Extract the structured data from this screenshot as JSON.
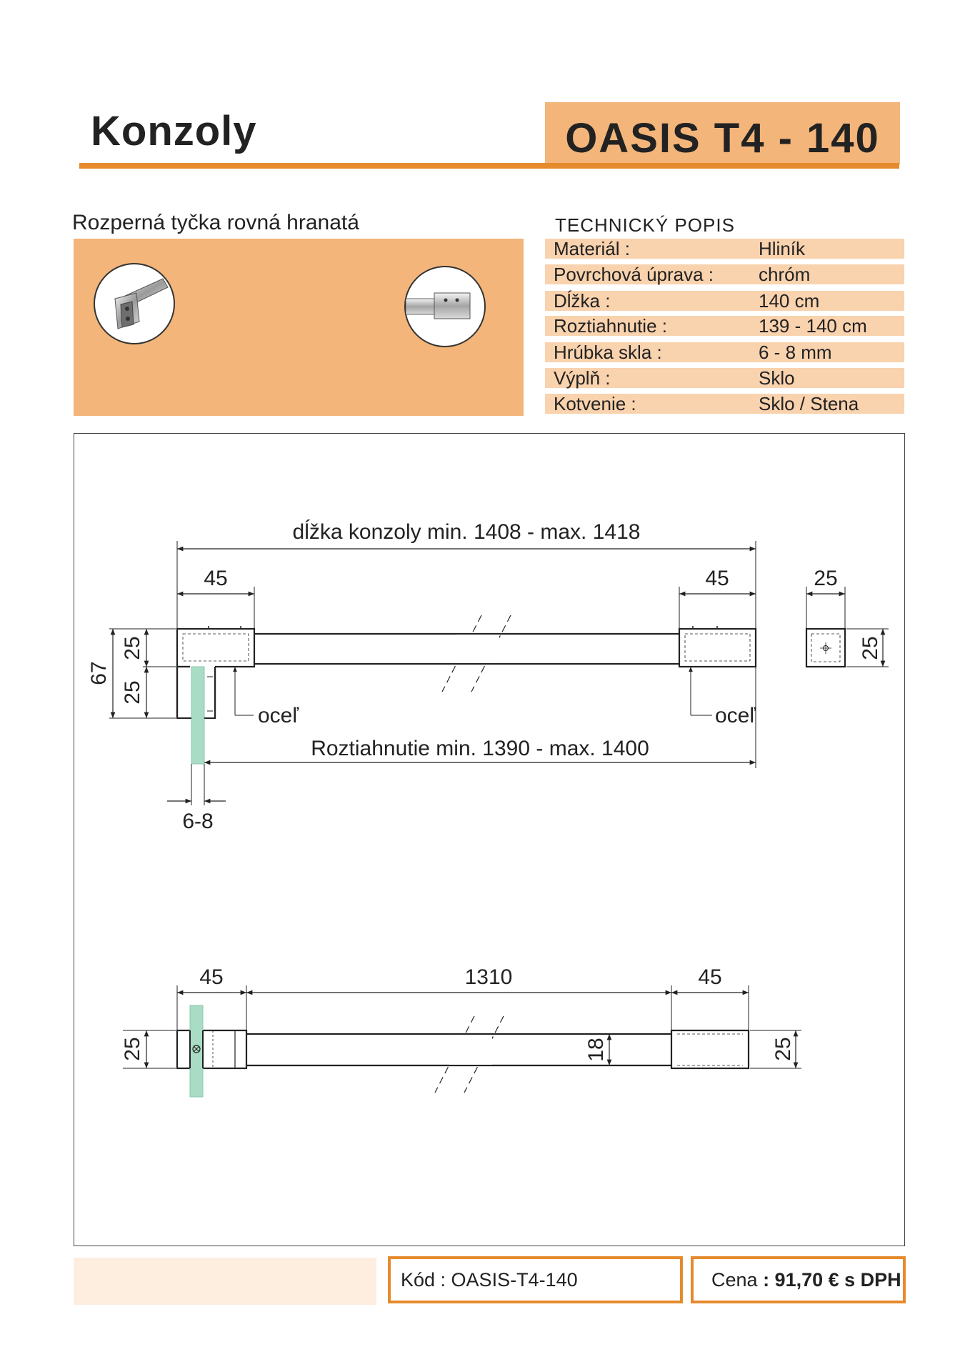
{
  "header": {
    "category": "Konzoly",
    "model": "OASIS T4 - 140"
  },
  "product": {
    "subtitle": "Rozperná tyčka rovná hranatá"
  },
  "spec": {
    "heading": "TECHNICKÝ POPIS",
    "rows": [
      {
        "label": "Materiál :",
        "value": "Hliník"
      },
      {
        "label": "Povrchová úprava :",
        "value": "chróm"
      },
      {
        "label": "Dĺžka :",
        "value": "140 cm"
      },
      {
        "label": "Roztiahnutie :",
        "value": "139 - 140 cm"
      },
      {
        "label": "Hrúbka skla :",
        "value": "6 - 8 mm"
      },
      {
        "label": "Výplň :",
        "value": "Sklo"
      },
      {
        "label": "Kotvenie :",
        "value": "Sklo / Stena"
      }
    ]
  },
  "drawing": {
    "length_label": "dĺžka konzoly min. 1408 -  max. 1418",
    "extension_label": "Roztiahnutie min. 1390 - max. 1400",
    "steel_left": "oceľ",
    "steel_right": "oceľ",
    "dim_45_top_left": "45",
    "dim_45_top_right": "45",
    "dim_25_side_w": "25",
    "dim_25_side_h": "25",
    "dim_67": "67",
    "dim_25_upper": "25",
    "dim_25_lower": "25",
    "dim_6_8": "6-8",
    "dim_45_bottom_left": "45",
    "dim_1310": "1310",
    "dim_45_bottom_right": "45",
    "dim_25_bottom_left": "25",
    "dim_18": "18",
    "dim_25_bottom_right": "25"
  },
  "footer": {
    "code_label": "Kód : OASIS-T4-140",
    "price_prefix": "Cena ",
    "price_value": ": 91,70 € s DPH"
  },
  "colors": {
    "accent_orange": "#e58a2d",
    "panel_orange": "#f3b57a",
    "row_peach": "#f9d2ae",
    "glass_green": "#a8dcc4"
  }
}
